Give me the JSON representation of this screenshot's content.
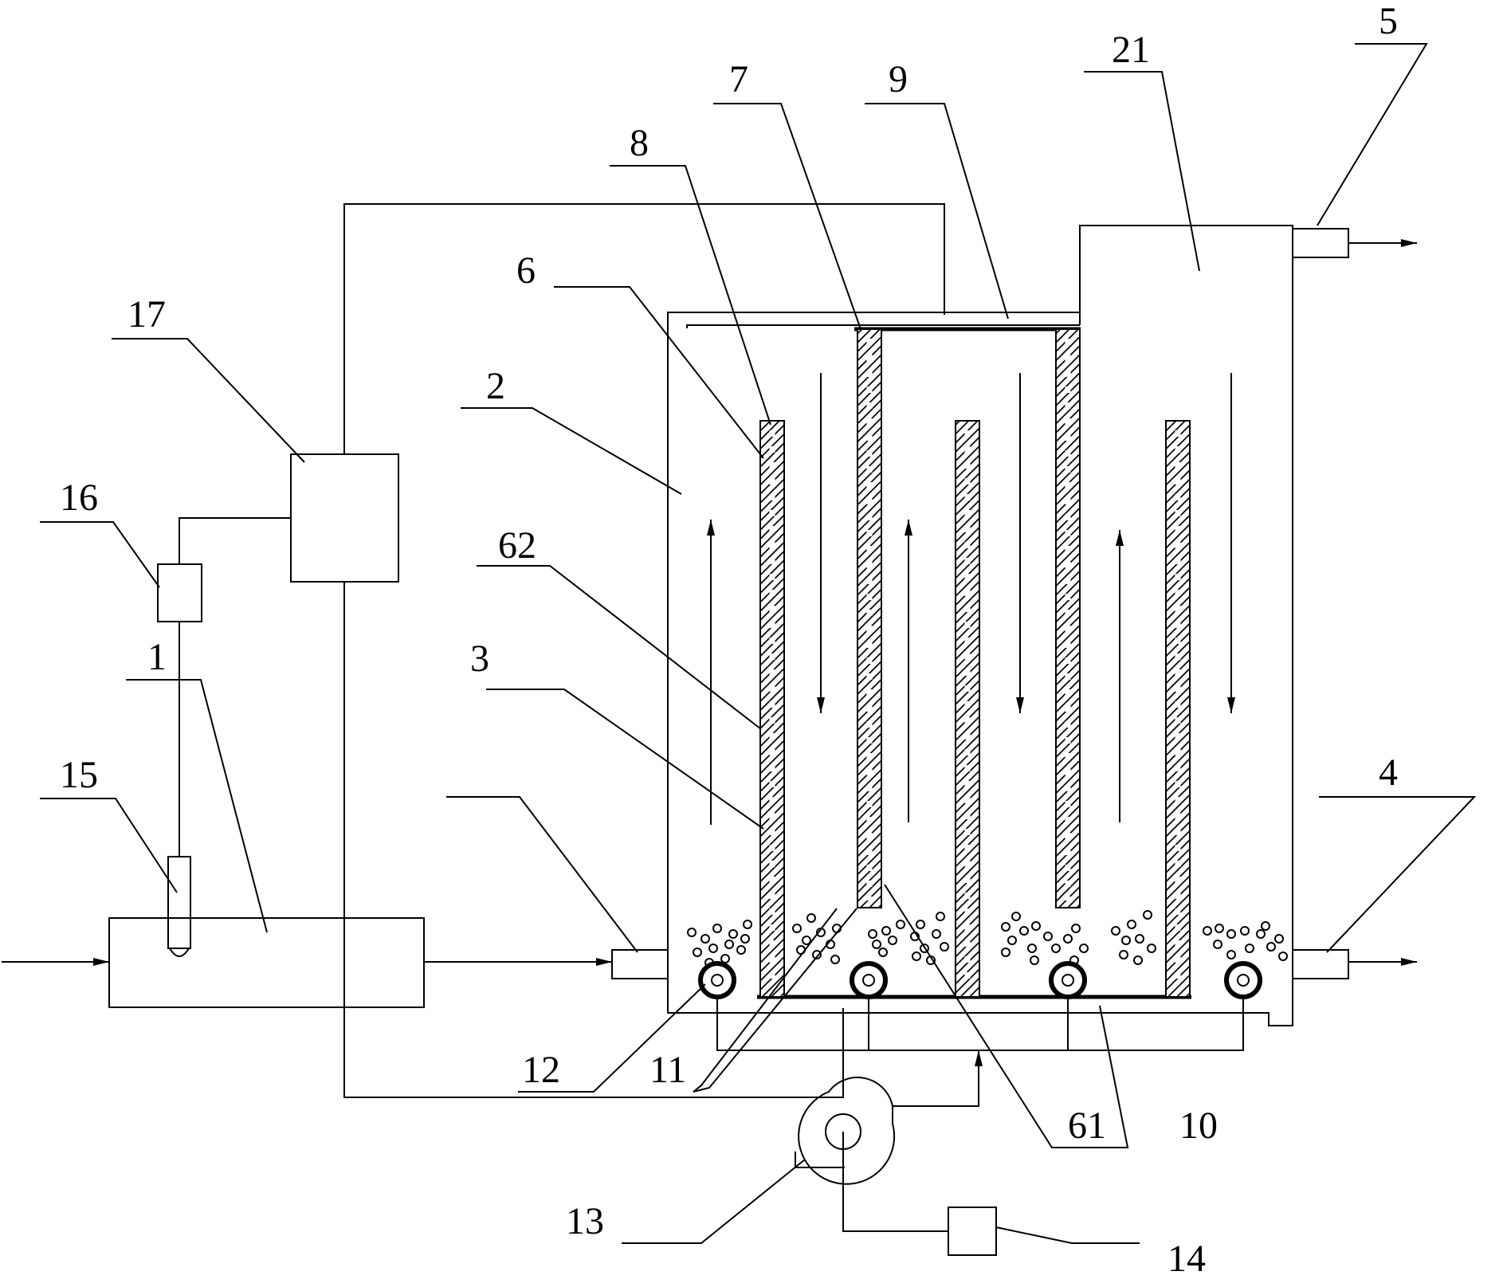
{
  "labels": {
    "l1": "1",
    "l2": "2",
    "l3": "3",
    "l4": "4",
    "l5": "5",
    "l6": "6",
    "l7": "7",
    "l8": "8",
    "l9": "9",
    "l10": "10",
    "l11": "11",
    "l12": "12",
    "l13": "13",
    "l14": "14",
    "l15": "15",
    "l16": "16",
    "l17": "17",
    "l21": "21",
    "l61": "61",
    "l62": "62"
  }
}
